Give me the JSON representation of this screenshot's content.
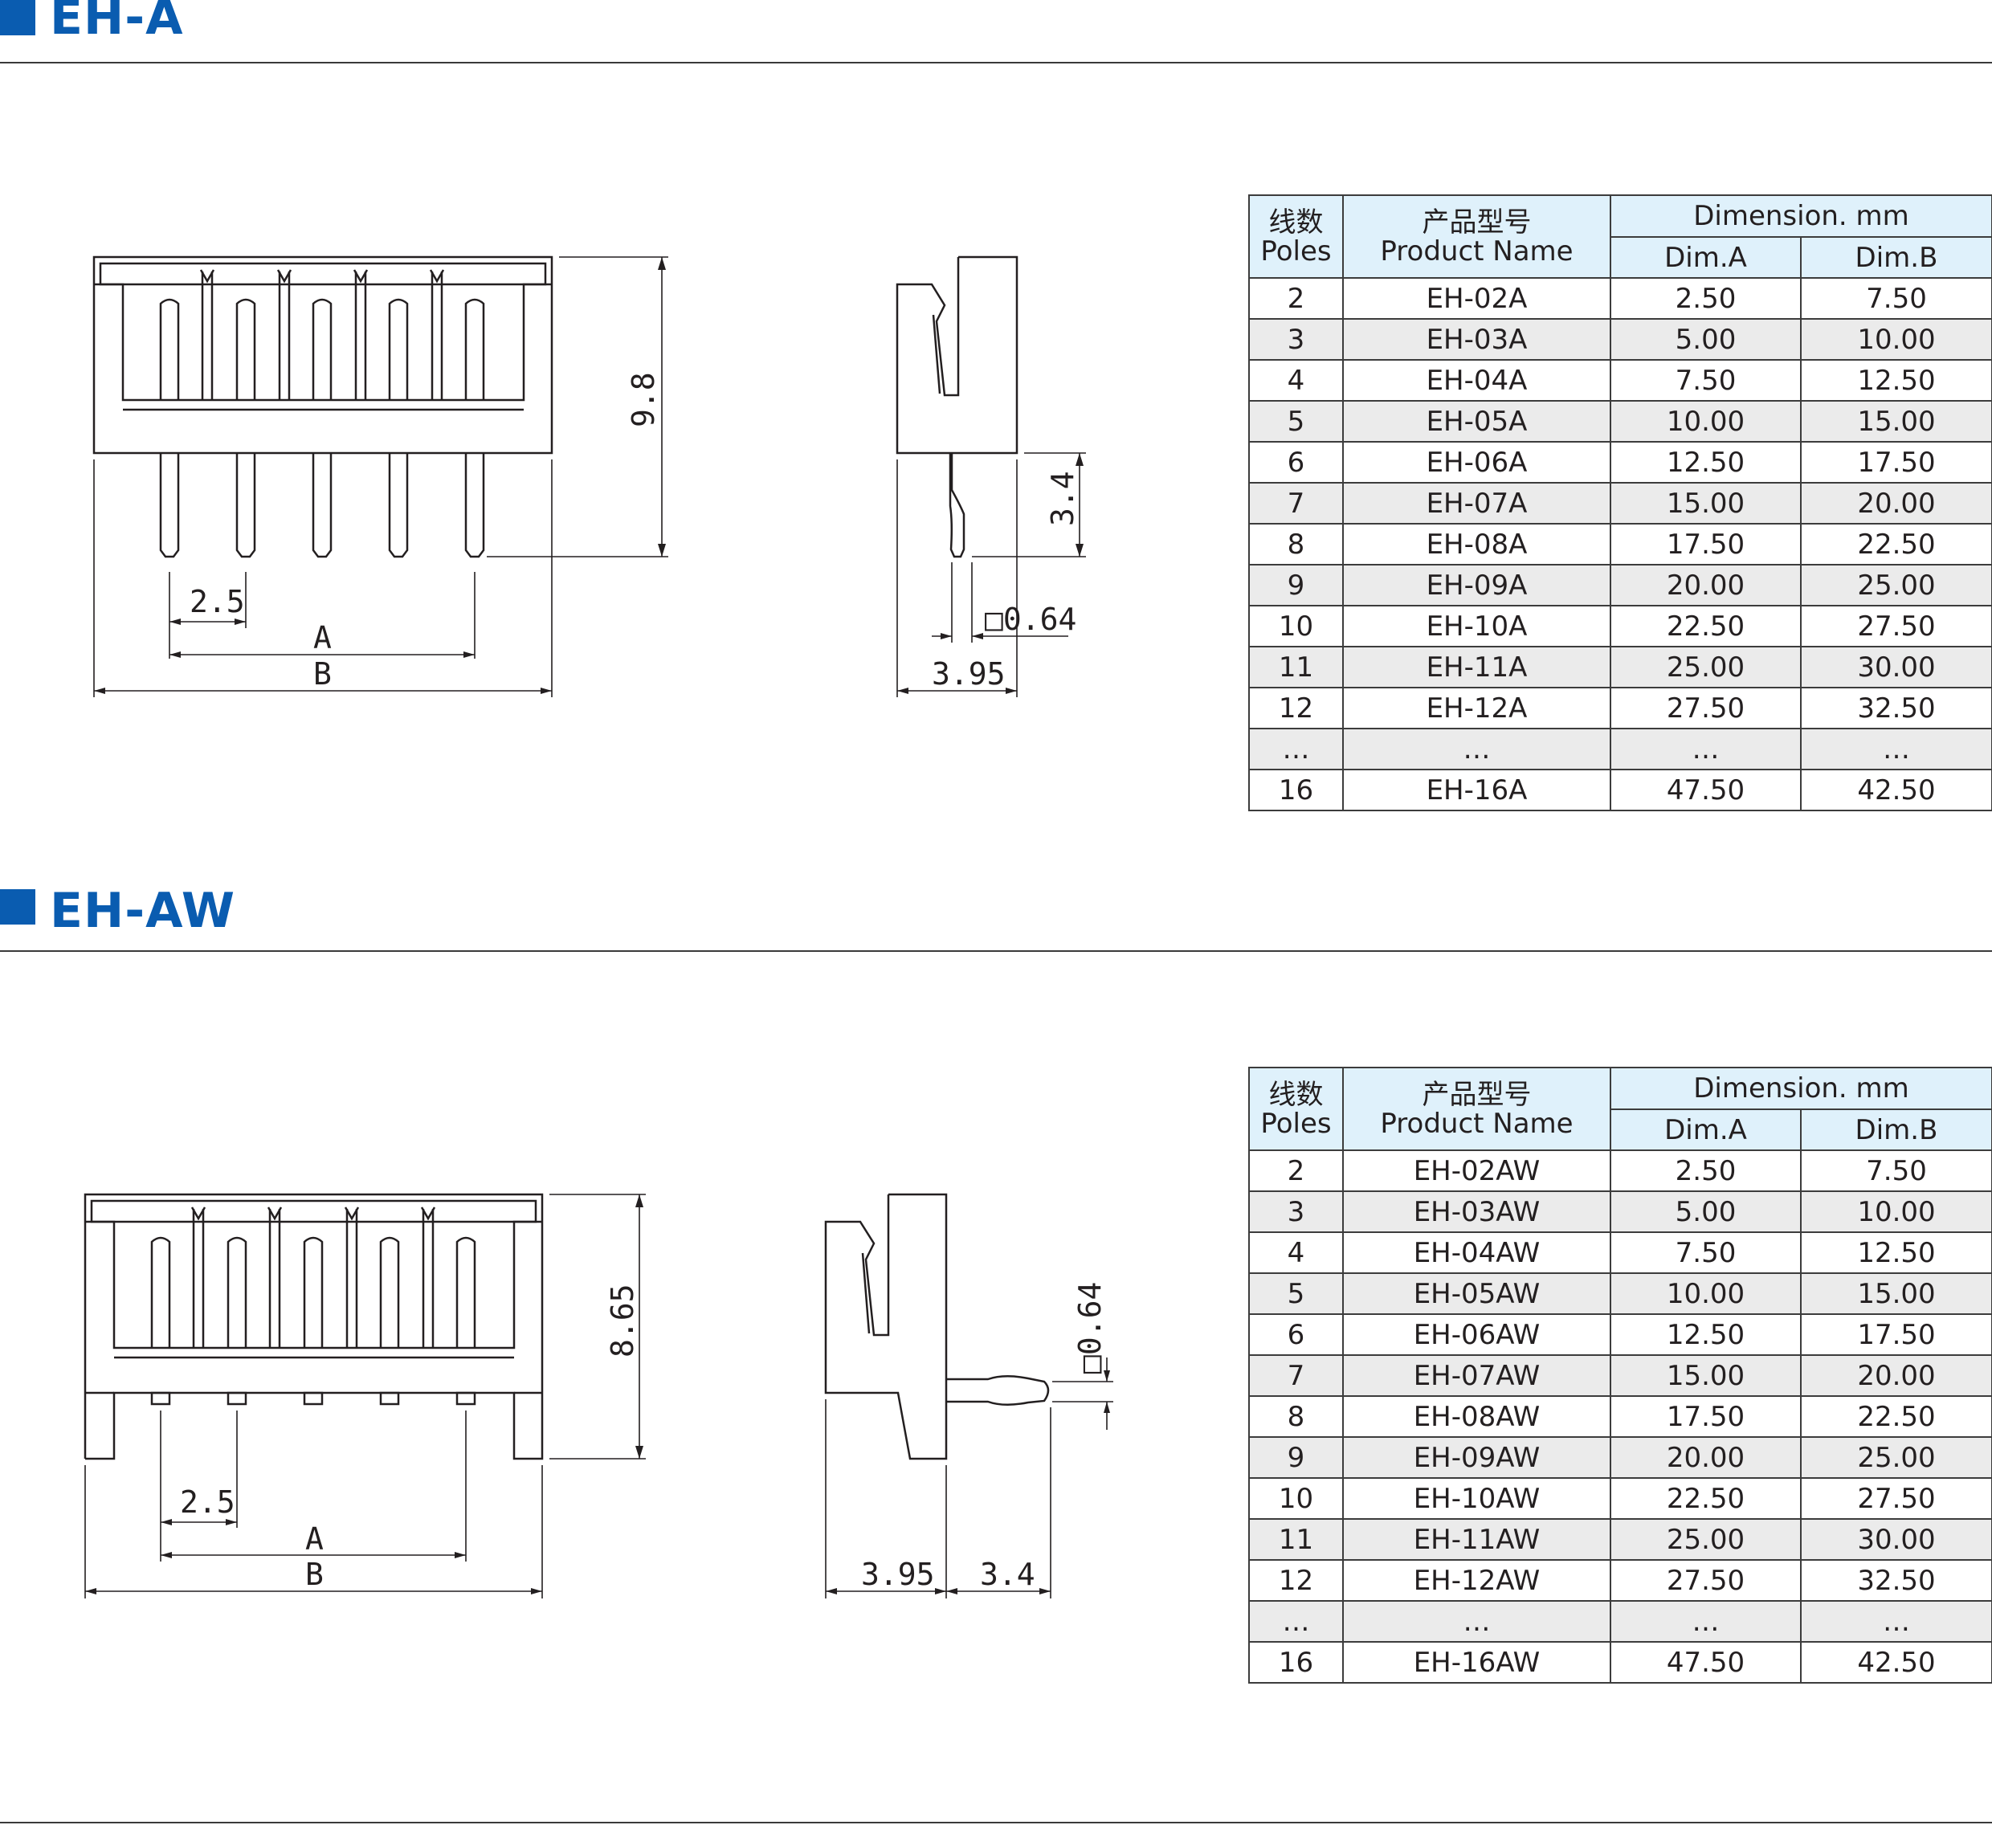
{
  "sections": [
    {
      "title": "EH-A",
      "drawing": {
        "pitch_label": "2.5",
        "dim_a_label": "A",
        "dim_b_label": "B",
        "height_label": "9.8",
        "pin_length_label": "3.4",
        "pin_square_label": "□0.64",
        "depth_label": "3.95"
      },
      "table": {
        "header_poles_cn": "线数",
        "header_poles_en": "Poles",
        "header_name_cn": "产品型号",
        "header_name_en": "Product Name",
        "header_dimension": "Dimension. mm",
        "header_dim_a": "Dim.A",
        "header_dim_b": "Dim.B",
        "rows": [
          {
            "poles": "2",
            "name": "EH-02A",
            "a": "2.50",
            "b": "7.50"
          },
          {
            "poles": "3",
            "name": "EH-03A",
            "a": "5.00",
            "b": "10.00"
          },
          {
            "poles": "4",
            "name": "EH-04A",
            "a": "7.50",
            "b": "12.50"
          },
          {
            "poles": "5",
            "name": "EH-05A",
            "a": "10.00",
            "b": "15.00"
          },
          {
            "poles": "6",
            "name": "EH-06A",
            "a": "12.50",
            "b": "17.50"
          },
          {
            "poles": "7",
            "name": "EH-07A",
            "a": "15.00",
            "b": "20.00"
          },
          {
            "poles": "8",
            "name": "EH-08A",
            "a": "17.50",
            "b": "22.50"
          },
          {
            "poles": "9",
            "name": "EH-09A",
            "a": "20.00",
            "b": "25.00"
          },
          {
            "poles": "10",
            "name": "EH-10A",
            "a": "22.50",
            "b": "27.50"
          },
          {
            "poles": "11",
            "name": "EH-11A",
            "a": "25.00",
            "b": "30.00"
          },
          {
            "poles": "12",
            "name": "EH-12A",
            "a": "27.50",
            "b": "32.50"
          },
          {
            "poles": "…",
            "name": "…",
            "a": "…",
            "b": "…"
          },
          {
            "poles": "16",
            "name": "EH-16A",
            "a": "47.50",
            "b": "42.50"
          }
        ]
      }
    },
    {
      "title": "EH-AW",
      "drawing": {
        "pitch_label": "2.5",
        "dim_a_label": "A",
        "dim_b_label": "B",
        "height_label": "8.65",
        "pin_square_label": "□0.64",
        "depth_label": "3.95",
        "pin_length_label": "3.4"
      },
      "table": {
        "header_poles_cn": "线数",
        "header_poles_en": "Poles",
        "header_name_cn": "产品型号",
        "header_name_en": "Product Name",
        "header_dimension": "Dimension. mm",
        "header_dim_a": "Dim.A",
        "header_dim_b": "Dim.B",
        "rows": [
          {
            "poles": "2",
            "name": "EH-02AW",
            "a": "2.50",
            "b": "7.50"
          },
          {
            "poles": "3",
            "name": "EH-03AW",
            "a": "5.00",
            "b": "10.00"
          },
          {
            "poles": "4",
            "name": "EH-04AW",
            "a": "7.50",
            "b": "12.50"
          },
          {
            "poles": "5",
            "name": "EH-05AW",
            "a": "10.00",
            "b": "15.00"
          },
          {
            "poles": "6",
            "name": "EH-06AW",
            "a": "12.50",
            "b": "17.50"
          },
          {
            "poles": "7",
            "name": "EH-07AW",
            "a": "15.00",
            "b": "20.00"
          },
          {
            "poles": "8",
            "name": "EH-08AW",
            "a": "17.50",
            "b": "22.50"
          },
          {
            "poles": "9",
            "name": "EH-09AW",
            "a": "20.00",
            "b": "25.00"
          },
          {
            "poles": "10",
            "name": "EH-10AW",
            "a": "22.50",
            "b": "27.50"
          },
          {
            "poles": "11",
            "name": "EH-11AW",
            "a": "25.00",
            "b": "30.00"
          },
          {
            "poles": "12",
            "name": "EH-12AW",
            "a": "27.50",
            "b": "32.50"
          },
          {
            "poles": "…",
            "name": "…",
            "a": "…",
            "b": "…"
          },
          {
            "poles": "16",
            "name": "EH-16AW",
            "a": "47.50",
            "b": "42.50"
          }
        ]
      }
    }
  ],
  "colors": {
    "accent_blue": "#0a5cb0",
    "table_header_bg": "#dff1fb",
    "table_alt_row_bg": "#ebebeb",
    "line": "#231f20"
  }
}
